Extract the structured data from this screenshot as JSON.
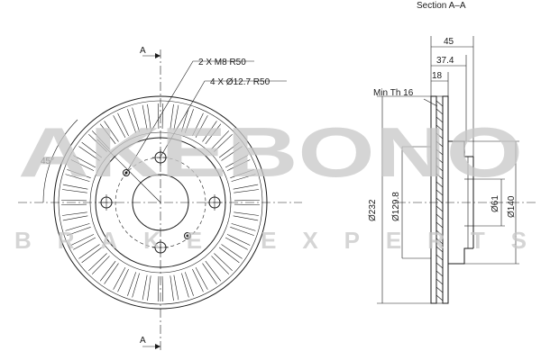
{
  "section_title": "Section A–A",
  "section_marker": "A",
  "front_view": {
    "callout_thread": "2 X M8 R50",
    "callout_holes": "4 X Ø12.7 R50",
    "angle_label": "45°"
  },
  "section_view": {
    "dim_total_width": "45",
    "dim_hat_width": "37.4",
    "dim_disc_thickness": "18",
    "min_thickness": "Min Th 16",
    "dia_outer": "Ø232",
    "dia_bolt_circle": "Ø129.8",
    "dia_center_bore": "Ø61",
    "dia_hat": "Ø140"
  },
  "watermark": {
    "brand": "AKEBONO",
    "tagline": "BRAKE EXPERTS",
    "color": "#c8c8c8"
  }
}
